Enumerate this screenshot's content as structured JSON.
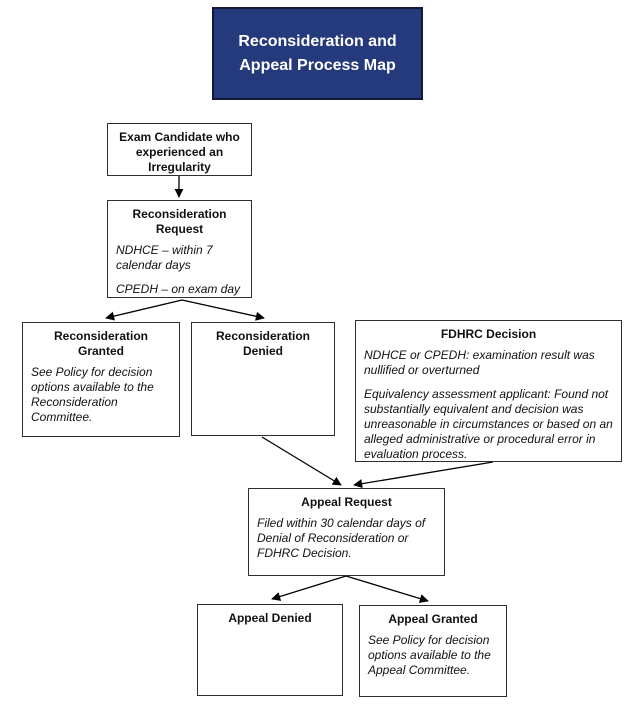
{
  "title_box": {
    "text": "Reconsideration and Appeal Process Map",
    "bg": "#253a7c",
    "text_color": "#ffffff"
  },
  "colors": {
    "box_border": "#2e2e2e",
    "connector": "#000000",
    "background": "#ffffff"
  },
  "nodes": {
    "exam_candidate": {
      "title": "Exam Candidate who experienced an Irregularity"
    },
    "reconsideration_request": {
      "title": "Reconsideration Request",
      "body_1": "NDHCE – within 7 calendar days",
      "body_2": "CPEDH – on exam day"
    },
    "reconsideration_granted": {
      "title": "Reconsideration Granted",
      "body": "See Policy for decision options available to the Reconsideration Committee."
    },
    "reconsideration_denied": {
      "title": "Reconsideration Denied"
    },
    "fdhrc_decision": {
      "title": "FDHRC Decision",
      "body_1": "NDHCE or CPEDH: examination result was nullified or overturned",
      "body_2": "Equivalency assessment applicant: Found not substantially equivalent and decision was unreasonable in circumstances or based on an alleged administrative or procedural error in evaluation process."
    },
    "appeal_request": {
      "title": "Appeal Request",
      "body": "Filed within 30 calendar days of Denial of Reconsideration or FDHRC Decision."
    },
    "appeal_denied": {
      "title": "Appeal Denied"
    },
    "appeal_granted": {
      "title": "Appeal Granted",
      "body": "See Policy for decision options available to the Appeal Committee."
    }
  },
  "edges": [
    {
      "from": "exam_candidate",
      "to": "reconsideration_request"
    },
    {
      "from": "reconsideration_request",
      "to": "reconsideration_granted"
    },
    {
      "from": "reconsideration_request",
      "to": "reconsideration_denied"
    },
    {
      "from": "reconsideration_denied",
      "to": "appeal_request"
    },
    {
      "from": "fdhrc_decision",
      "to": "appeal_request"
    },
    {
      "from": "appeal_request",
      "to": "appeal_denied"
    },
    {
      "from": "appeal_request",
      "to": "appeal_granted"
    }
  ]
}
